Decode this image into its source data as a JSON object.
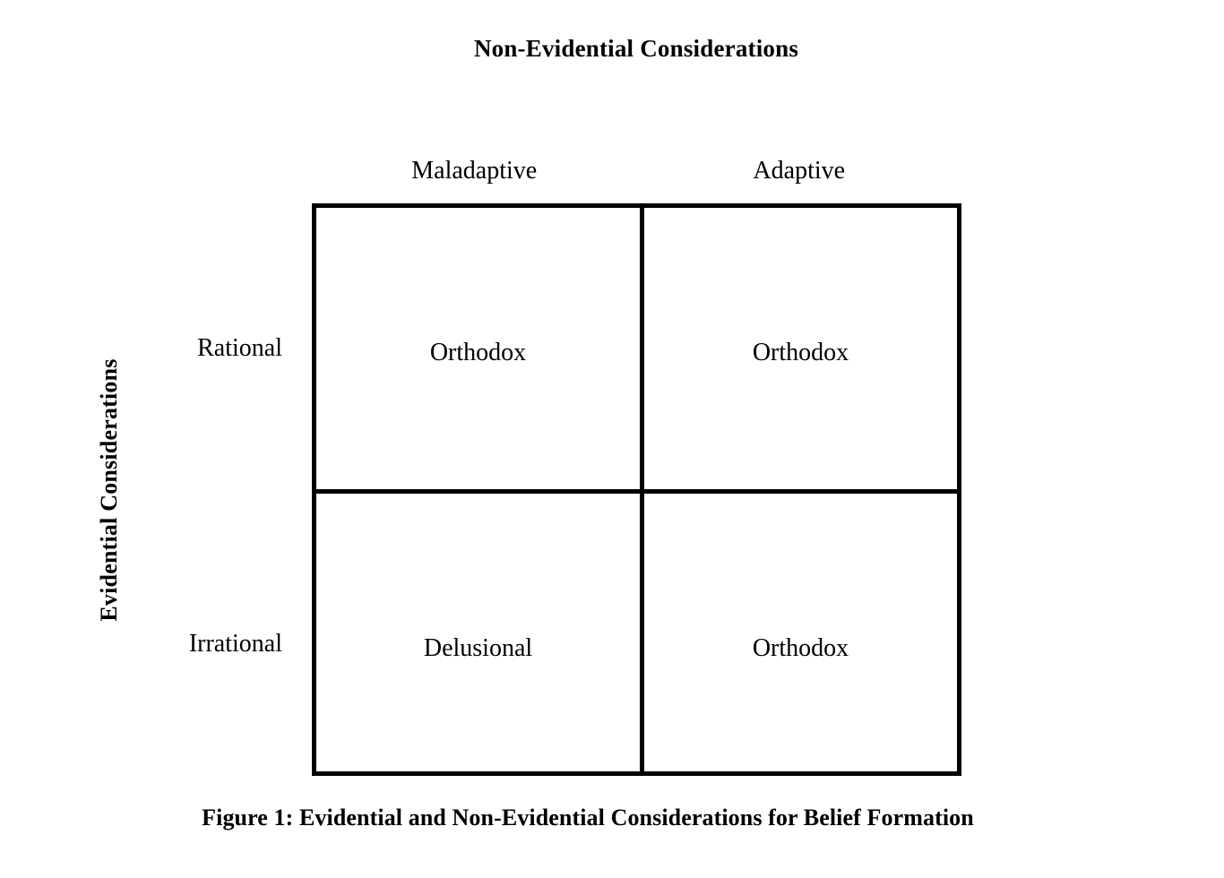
{
  "figure": {
    "title": "Non-Evidential Considerations",
    "caption": "Figure 1: Evidential and Non-Evidential Considerations for Belief Formation",
    "y_axis_label": "Evidential Considerations"
  },
  "chart_data": {
    "type": "table",
    "title": "Non-Evidential Considerations",
    "xlabel": "Non-Evidential Considerations",
    "ylabel": "Evidential Considerations",
    "caption": "Figure 1: Evidential and Non-Evidential Considerations for Belief Formation",
    "columns": [
      "Maladaptive",
      "Adaptive"
    ],
    "rows": [
      "Rational",
      "Irrational"
    ],
    "cells": [
      [
        "Orthodox",
        "Orthodox"
      ],
      [
        "Delusional",
        "Orthodox"
      ]
    ],
    "grid": true,
    "legend": "none"
  },
  "style": {
    "line_color": "#000000",
    "background": "#ffffff",
    "text_color": "#000000"
  }
}
